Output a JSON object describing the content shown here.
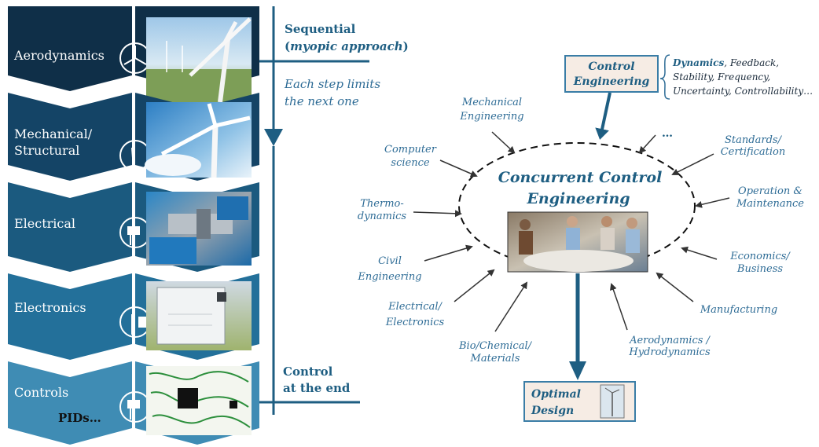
{
  "colors": {
    "stage_1": "#0f2f48",
    "stage_2": "#144466",
    "stage_3": "#1b5a7f",
    "stage_4": "#23709a",
    "stage_5": "#3f8cb4",
    "dark_teal": "#1e5e82",
    "italic_blue": "#2e6c96",
    "box_fill": "#f6ece4",
    "box_border": "#3a7da6"
  },
  "stages": [
    {
      "label": "Aerodynamics",
      "icon": "wind-turbine-rotor-icon",
      "photo": "wind-farm-photo"
    },
    {
      "label": "Mechanical/\nStructural",
      "icon": "turbine-tower-icon",
      "photo": "turbine-sky-photo"
    },
    {
      "label": "Electrical",
      "icon": "nacelle-generator-icon",
      "photo": "generator-machinery-photo"
    },
    {
      "label": "Electronics",
      "icon": "converter-cabinet-icon",
      "photo": "power-cabinet-photo"
    },
    {
      "label": "Controls",
      "icon": "controller-chip-icon",
      "photo": "circuit-board-photo",
      "note": "PIDs…"
    }
  ],
  "sequential": {
    "title_line1": "Sequential",
    "title_line2_open": "(",
    "title_line2_italic": "myopic approach",
    "title_line2_close": ")",
    "caption_line1": "Each step limits",
    "caption_line2": "the next one",
    "end_line1": "Control",
    "end_line2": "at the end"
  },
  "concurrent": {
    "title_line1": "Concurrent Control",
    "title_line2": "Engineering",
    "photo": "team-meeting-photo",
    "control_box_line1": "Control",
    "control_box_line2": "Engineering",
    "control_topics_bold": "Dynamics",
    "control_topics_line1_rest": ", Feedback,",
    "control_topics_line2": "Stability, Frequency,",
    "control_topics_line3": "Uncertainty, Controllability…",
    "ellipsis": "…",
    "optimal_line1": "Optimal",
    "optimal_line2": "Design"
  },
  "disciplines": [
    {
      "lines": [
        "Mechanical",
        "Engineering"
      ]
    },
    {
      "lines": [
        "Computer",
        "science"
      ]
    },
    {
      "lines": [
        "Thermo-",
        "dynamics"
      ]
    },
    {
      "lines": [
        "Civil",
        "Engineering"
      ]
    },
    {
      "lines": [
        "Electrical/",
        "Electronics"
      ]
    },
    {
      "lines": [
        "Bio/Chemical/",
        "Materials"
      ]
    },
    {
      "lines": [
        "Aerodynamics  /",
        "Hydrodynamics"
      ]
    },
    {
      "lines": [
        "Manufacturing"
      ]
    },
    {
      "lines": [
        "Economics/",
        "Business"
      ]
    },
    {
      "lines": [
        "Operation &",
        "Maintenance"
      ]
    },
    {
      "lines": [
        "Standards/",
        "Certification"
      ]
    }
  ]
}
